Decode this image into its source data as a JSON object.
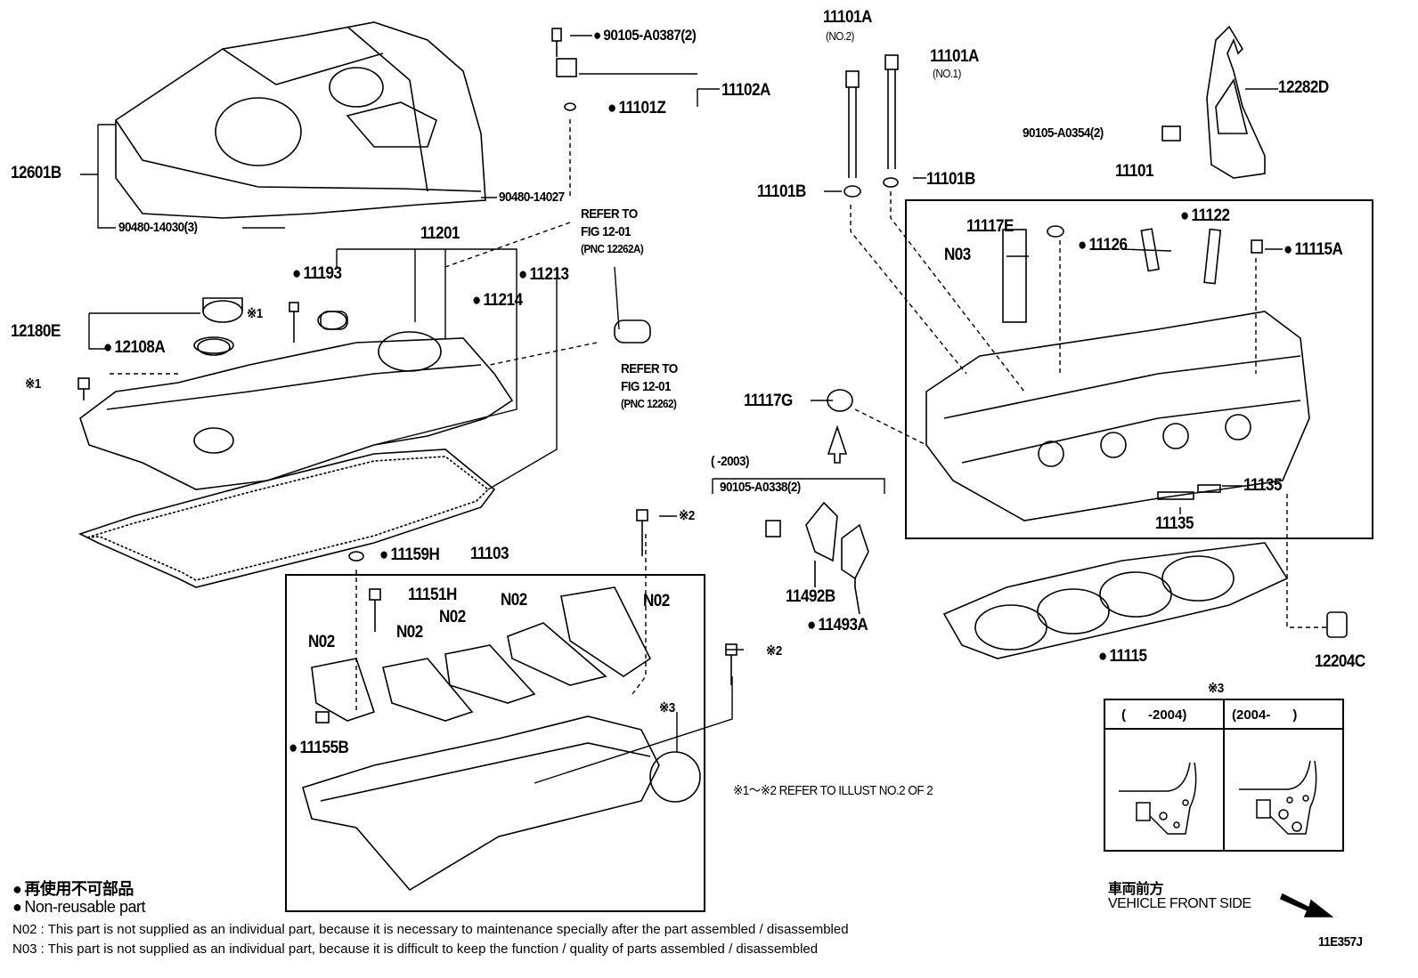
{
  "labels": {
    "p90105_A0387": "90105-A0387(2)",
    "p11102A": "11102A",
    "p11101Z": "11101Z",
    "p12601B": "12601B",
    "p90480_14030": "90480-14030(3)",
    "p90480_14027": "90480-14027",
    "refer1": [
      "REFER TO",
      "FIG 12-01",
      "(PNC 12262A)"
    ],
    "p11201": "11201",
    "p11193": "11193",
    "p11213": "11213",
    "p11214": "11214",
    "p12180E": "12180E",
    "p12108A": "12108A",
    "ref_x1": "※1",
    "refer2": [
      "REFER TO",
      "FIG 12-01",
      "(PNC 12262)"
    ],
    "p11101A_no2": "11101A",
    "p11101A_no2_sub": "(NO.2)",
    "p11101A_no1": "11101A",
    "p11101A_no1_sub": "(NO.1)",
    "p12282D": "12282D",
    "p90105_A0354": "90105-A0354(2)",
    "p11101": "11101",
    "p11101B": "11101B",
    "p11117E": "11117E",
    "p11122": "11122",
    "pN03": "N03",
    "p11126": "11126",
    "p11115A": "11115A",
    "p11117G": "11117G",
    "range_2003": "(      -2003)",
    "p90105_A0338": "90105-A0338(2)",
    "p11135": "11135",
    "ref_x2": "※2",
    "ref_x3": "※3",
    "p11159H": "11159H",
    "p11103": "11103",
    "p11151H": "11151H",
    "pN02": "N02",
    "p11492B": "11492B",
    "p11493A": "11493A",
    "p11115": "11115",
    "p12204C": "12204C",
    "p11155B": "11155B",
    "refer_illust": "※1～※2  REFER TO ILLUST NO.2 OF 2"
  },
  "note_table": {
    "title": "※3",
    "col1": "(      -2004)",
    "col2": "(2004-      )"
  },
  "legend": {
    "jp": "再使用不可部品",
    "en": "Non-reusable part",
    "n02": "N02 : This part is not supplied as an individual part, because it is necessary to maintenance specially after the part assembled / disassembled",
    "n03": "N03 : This part is not supplied as an individual part, because it is difficult to keep the function / quality of parts  assembled / disassembled"
  },
  "front": {
    "jp": "車両前方",
    "en": "VEHICLE FRONT SIDE"
  },
  "figure_id": "11E357J"
}
